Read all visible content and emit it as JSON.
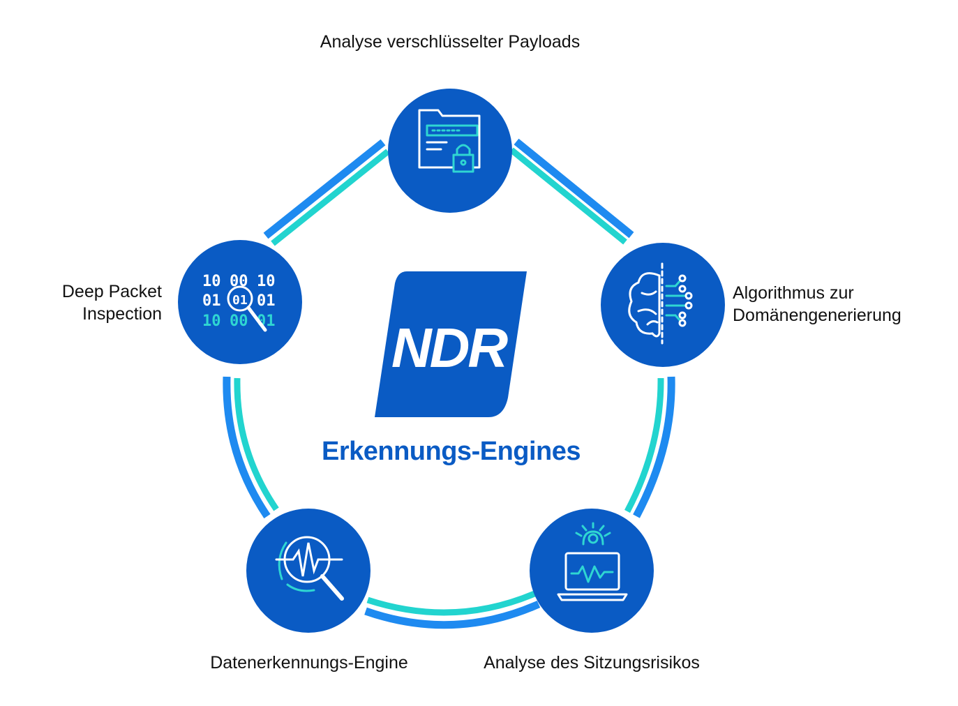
{
  "badge": {
    "text": "NDR"
  },
  "center_title": "Erkennungs-Engines",
  "nodes": {
    "payload": {
      "lines": [
        "Analyse verschlüsselter Payloads"
      ],
      "icon": "encrypted-folder-icon"
    },
    "dga": {
      "lines": [
        "Algorithmus zur",
        "Domänengenerierung"
      ],
      "icon": "brain-circuit-icon"
    },
    "session": {
      "lines": [
        "Analyse des Sitzungsrisikos"
      ],
      "icon": "laptop-gear-icon"
    },
    "data": {
      "lines": [
        "Datenerkennungs-Engine"
      ],
      "icon": "signal-magnifier-icon"
    },
    "dpi": {
      "lines": [
        "Deep Packet",
        "Inspection"
      ],
      "icon": "binary-magnifier-icon"
    }
  },
  "colors": {
    "node_fill": "#0a5bc4",
    "ring_outer": "#1e8af0",
    "ring_inner": "#22d4cf",
    "icon_line": "#ffffff",
    "icon_accent": "#2fd6d2",
    "title": "#0a5bc4"
  }
}
